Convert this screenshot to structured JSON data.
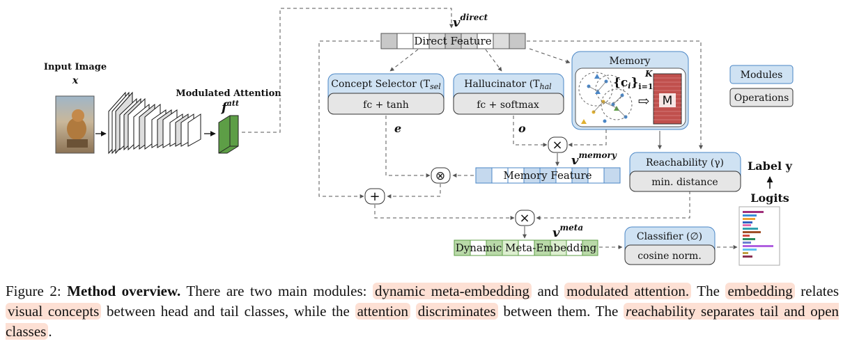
{
  "diagram": {
    "input_image_label": "Input Image",
    "input_var": "x",
    "modulated_attention_label": "Modulated Attention",
    "f_att": "f",
    "f_att_sup": "att",
    "v_direct": "v",
    "v_direct_sup": "direct",
    "direct_feature": "Direct Feature",
    "memory_title": "Memory",
    "memory_set": "{c",
    "memory_set_sub": "i",
    "memory_set_close": "}",
    "memory_set_range": "i=1",
    "memory_set_K": "K",
    "memory_arrow": "⇨",
    "memory_matrix": "M",
    "concept_selector_title": "Concept Selector (T",
    "concept_selector_sub": "sel",
    "concept_selector_op": "fc + tanh",
    "hallucinator_title": "Hallucinator (T",
    "hallucinator_sub": "hal",
    "hallucinator_op": "fc + softmax",
    "e_var": "e",
    "o_var": "o",
    "times_symbol": "×",
    "otimes_symbol": "⊗",
    "plus_symbol": "+",
    "v_memory": "v",
    "v_memory_sup": "memory",
    "memory_feature": "Memory Feature",
    "reachability_title": "Reachability (γ)",
    "reachability_op": "min. distance",
    "v_meta": "v",
    "v_meta_sup": "meta",
    "dynamic_meta": "Dynamic Meta-Embedding",
    "classifier_title": "Classifier (∅)",
    "classifier_op": "cosine norm.",
    "label_y": "Label y",
    "logits": "Logits",
    "legend_modules": "Modules",
    "legend_operations": "Operations",
    "colors": {
      "module_fill": "#cfe2f3",
      "module_stroke": "#4a86c6",
      "op_fill": "#e6e6e6",
      "green": "#4e9a3a",
      "memfeat_fill": "#c5d9ee",
      "meta_fill": "#b9d9a8",
      "matrix_fill": "#c0504d"
    }
  },
  "caption": {
    "prefix": "Figure 2:",
    "bold_part": "Method overview.",
    "t1": "There are two main modules:",
    "h1": "dynamic meta-embedding",
    "t2": "and",
    "h2": "modulated attention.",
    "t3": "The",
    "h3": "embedding",
    "t4": "relates",
    "h4": "visual concepts",
    "t5": "between head and tail classes, while the",
    "h5": "attention",
    "h6": "discriminates",
    "t6": "between them. The",
    "h7": "r",
    "h7b": "eachability separates tail and open classes",
    "t7": "."
  }
}
